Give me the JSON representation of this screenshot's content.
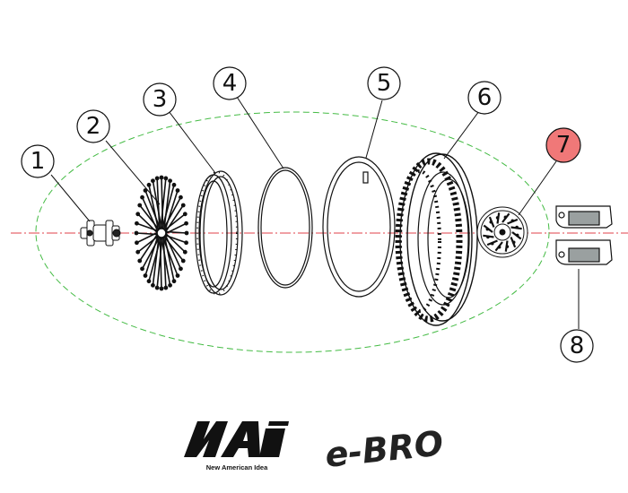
{
  "diagram": {
    "callouts": [
      {
        "id": "1",
        "label": "1",
        "highlighted": false
      },
      {
        "id": "2",
        "label": "2",
        "highlighted": false
      },
      {
        "id": "3",
        "label": "3",
        "highlighted": false
      },
      {
        "id": "4",
        "label": "4",
        "highlighted": false
      },
      {
        "id": "5",
        "label": "5",
        "highlighted": false
      },
      {
        "id": "6",
        "label": "6",
        "highlighted": false
      },
      {
        "id": "7",
        "label": "7",
        "highlighted": true
      },
      {
        "id": "8",
        "label": "8",
        "highlighted": false
      }
    ],
    "colors": {
      "axis_line": "#e0404a",
      "group_outline": "#44bb44",
      "highlight_fill": "#f07878",
      "line": "#111111"
    }
  },
  "branding": {
    "nai_logo": "NAI",
    "nai_tagline": "New American Idea",
    "ebro_logo": "e-BRO"
  }
}
